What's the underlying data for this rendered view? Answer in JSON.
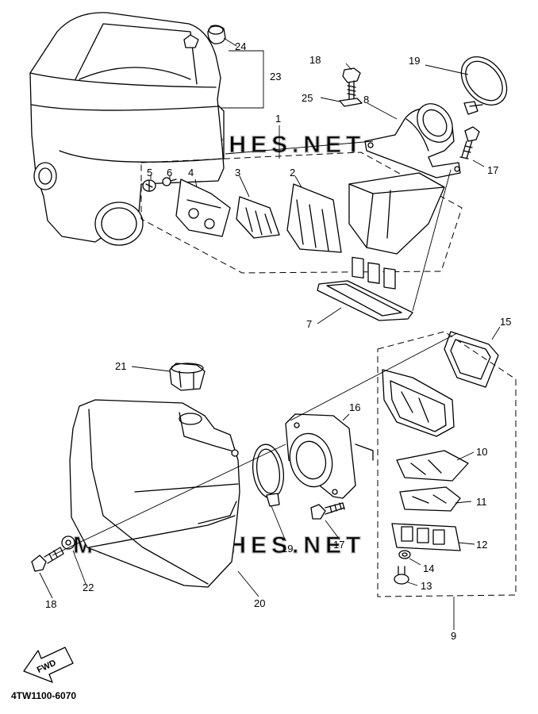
{
  "watermarks": [
    "MICROFICHES.NET",
    "MICROFICHES.NET"
  ],
  "fwd_label": "FWD",
  "reference_code": "4TW1100-6070",
  "callouts": [
    {
      "id": "c24",
      "text": "24"
    },
    {
      "id": "c23",
      "text": "23"
    },
    {
      "id": "c18a",
      "text": "18"
    },
    {
      "id": "c19a",
      "text": "19"
    },
    {
      "id": "c25",
      "text": "25"
    },
    {
      "id": "c8",
      "text": "8"
    },
    {
      "id": "c1",
      "text": "1"
    },
    {
      "id": "c17a",
      "text": "17"
    },
    {
      "id": "c5",
      "text": "5"
    },
    {
      "id": "c6",
      "text": "6"
    },
    {
      "id": "c4",
      "text": "4"
    },
    {
      "id": "c3",
      "text": "3"
    },
    {
      "id": "c2",
      "text": "2"
    },
    {
      "id": "c7",
      "text": "7"
    },
    {
      "id": "c15",
      "text": "15"
    },
    {
      "id": "c21",
      "text": "21"
    },
    {
      "id": "c16",
      "text": "16"
    },
    {
      "id": "c10",
      "text": "10"
    },
    {
      "id": "c11",
      "text": "11"
    },
    {
      "id": "c12",
      "text": "12"
    },
    {
      "id": "c19b",
      "text": "19"
    },
    {
      "id": "c17b",
      "text": "17"
    },
    {
      "id": "c14",
      "text": "14"
    },
    {
      "id": "c13",
      "text": "13"
    },
    {
      "id": "c18b",
      "text": "18"
    },
    {
      "id": "c22",
      "text": "22"
    },
    {
      "id": "c20",
      "text": "20"
    },
    {
      "id": "c9",
      "text": "9"
    }
  ]
}
